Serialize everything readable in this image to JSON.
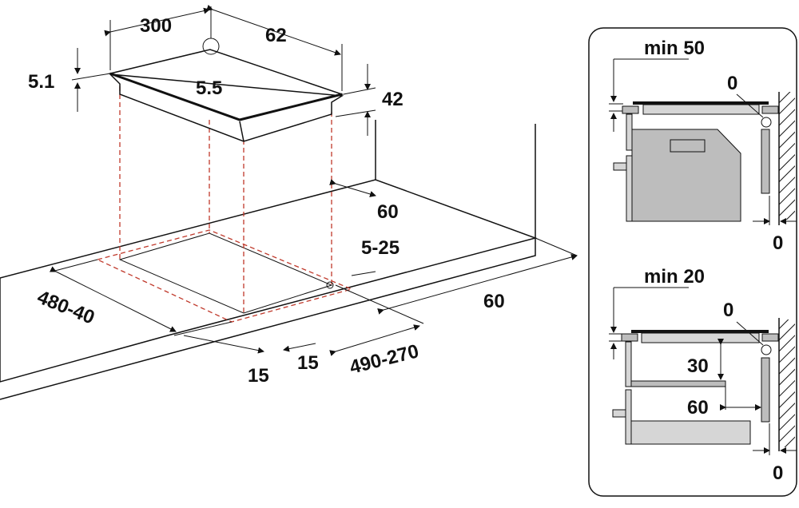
{
  "main_view": {
    "dim_width": "300",
    "dim_depth": "62",
    "dim_glass": "5.1",
    "dim_5_5": "5.5",
    "dim_height": "42",
    "dim_wall_gap": "60",
    "dim_worktop_thickness": "5-25",
    "dim_cutout_width": "480-40",
    "dim_cutout_depth": "490-270",
    "dim_worktop_depth": "60",
    "dim_front_15a": "15",
    "dim_front_15b": "15"
  },
  "detail_top": {
    "min_label": "min 50",
    "gap_label": "0",
    "wall_label": "0"
  },
  "detail_bottom": {
    "min_label": "min 20",
    "gap_label": "0",
    "vertical_label": "30",
    "horizontal_label": "60",
    "wall_label": "0"
  }
}
